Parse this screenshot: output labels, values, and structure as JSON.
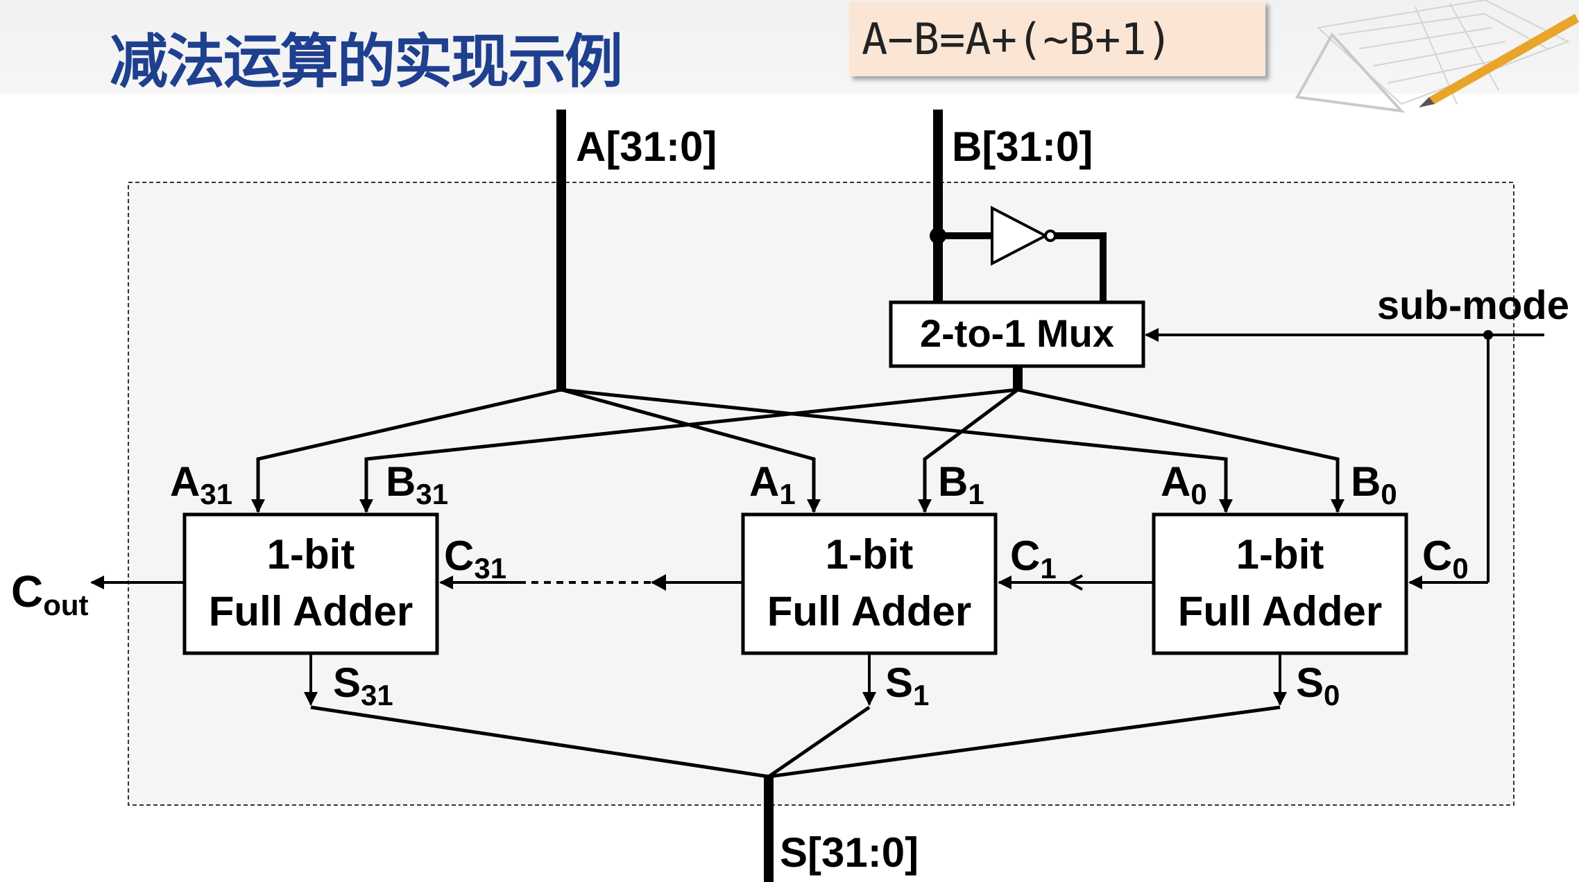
{
  "title": "减法运算的实现示例",
  "formula": "A−B=A+(~B+1)",
  "inputs": {
    "a_bus": "A[31:0]",
    "b_bus": "B[31:0]",
    "sub_mode": "sub-mode"
  },
  "mux_label": "2-to-1 Mux",
  "adder": {
    "line1": "1-bit",
    "line2": "Full Adder"
  },
  "adders": [
    {
      "a": "A",
      "a_sub": "31",
      "b": "B",
      "b_sub": "31",
      "cin": "C",
      "cin_sub": "31",
      "s": "S",
      "s_sub": "31"
    },
    {
      "a": "A",
      "a_sub": "1",
      "b": "B",
      "b_sub": "1",
      "cin": "C",
      "cin_sub": "1",
      "s": "S",
      "s_sub": "1"
    },
    {
      "a": "A",
      "a_sub": "0",
      "b": "B",
      "b_sub": "0",
      "cin": "C",
      "cin_sub": "0",
      "s": "S",
      "s_sub": "0"
    }
  ],
  "cout": {
    "main": "C",
    "sub": "out"
  },
  "output_bus": "S[31:0]"
}
